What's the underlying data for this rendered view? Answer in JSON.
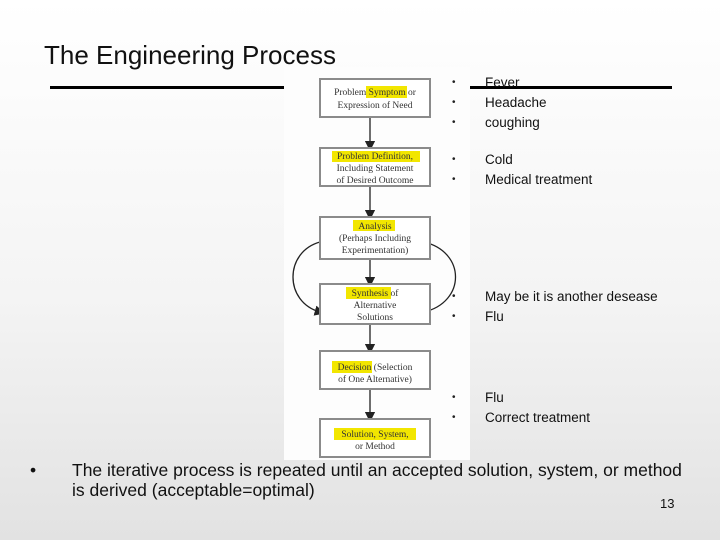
{
  "slide": {
    "title": "The Engineering Process",
    "page_number": "13"
  },
  "flowchart": {
    "boxes": [
      {
        "highlight": "Symptom",
        "lines": [
          "Problem Symptom or",
          "Expression of Need"
        ]
      },
      {
        "highlight": "Problem Definition",
        "lines": [
          "Problem Definition,",
          "Including Statement",
          "of Desired Outcome"
        ]
      },
      {
        "highlight": "Analysis",
        "lines": [
          "Analysis",
          "(Perhaps Including",
          "Experimentation)"
        ]
      },
      {
        "highlight": "Synthesis",
        "lines": [
          "Synthesis of",
          "Alternative",
          "Solutions"
        ]
      },
      {
        "highlight": "Decision",
        "lines": [
          "Decision (Selection",
          "of One Alternative)"
        ]
      },
      {
        "highlight": "Solution, System,",
        "lines": [
          "Solution, System,",
          "or Method"
        ]
      }
    ],
    "highlight_color": "#f2e600",
    "box_color": "#8b8b8b"
  },
  "bullet_groups": [
    {
      "items": [
        "Fever",
        "Headache",
        "coughing"
      ]
    },
    {
      "items": [
        "Cold",
        "Medical treatment"
      ]
    },
    {
      "items": [
        "May be it is another desease",
        "Flu"
      ]
    },
    {
      "items": [
        "Flu",
        "Correct treatment"
      ]
    }
  ],
  "main_bullet": "The iterative process is repeated until an accepted solution, system, or method is derived (acceptable=optimal)"
}
